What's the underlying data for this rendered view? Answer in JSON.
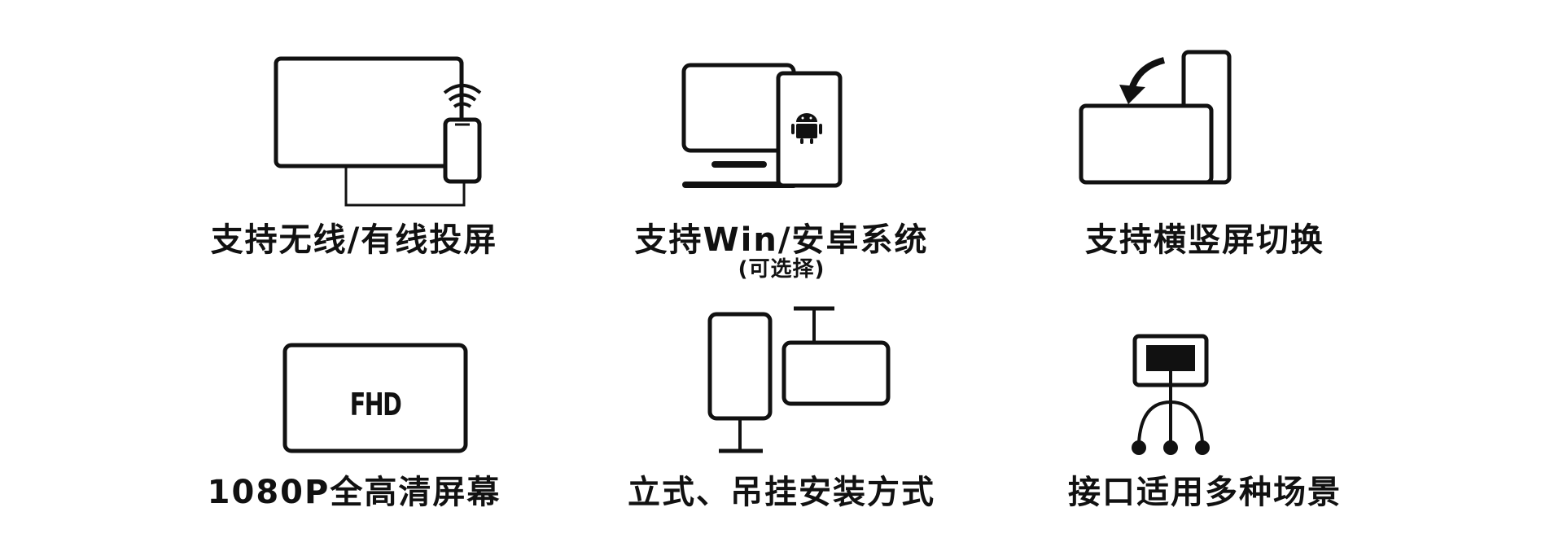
{
  "features": [
    {
      "icon": "wireless-casting-icon",
      "caption": "支持无线/有线投屏"
    },
    {
      "icon": "win-android-system-icon",
      "caption": "支持Win/安卓系统",
      "note": "(可选择)"
    },
    {
      "icon": "rotate-screen-icon",
      "caption": "支持横竖屏切换"
    },
    {
      "icon": "fhd-screen-icon",
      "caption": "1080P全高清屏幕",
      "badge": "FHD"
    },
    {
      "icon": "mount-options-icon",
      "caption": "立式、吊挂安装方式"
    },
    {
      "icon": "multi-interface-icon",
      "caption": "接口适用多种场景"
    }
  ]
}
